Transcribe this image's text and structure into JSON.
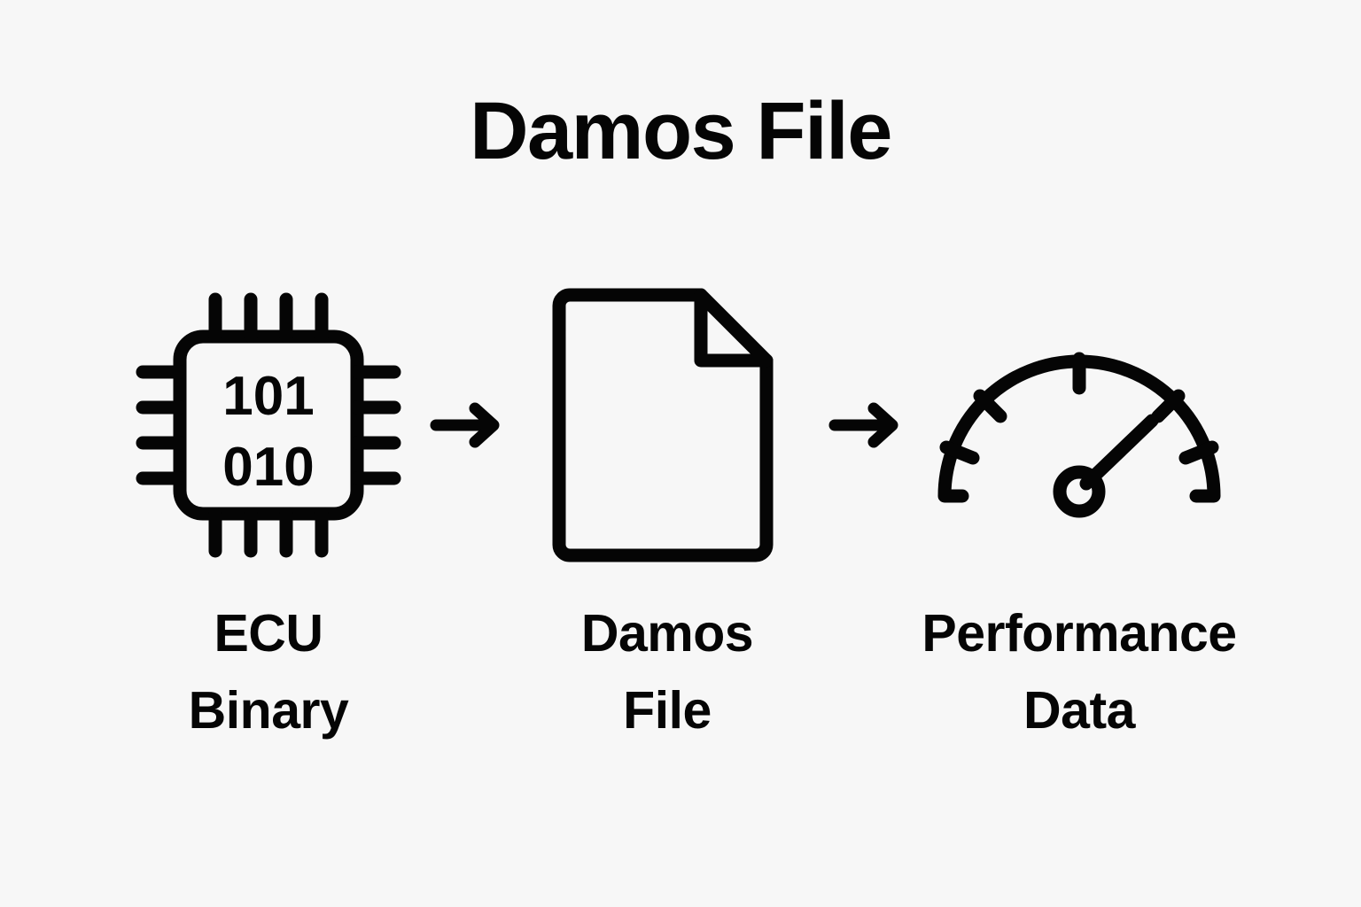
{
  "page": {
    "title": "Damos File",
    "background_color": "#f7f7f7",
    "ink_color": "#050505"
  },
  "diagram": {
    "type": "flow",
    "direction": "left-to-right",
    "stages": [
      {
        "id": "ecu-binary",
        "icon": "microchip-icon",
        "icon_text_line1": "101",
        "icon_text_line2": "010",
        "label_line1": "ECU",
        "label_line2": "Binary"
      },
      {
        "id": "damos-file",
        "icon": "document-file-icon",
        "label_line1": "Damos",
        "label_line2": "File"
      },
      {
        "id": "performance-data",
        "icon": "gauge-speedometer-icon",
        "label_line1": "Performance",
        "label_line2": "Data"
      }
    ],
    "connectors": [
      {
        "id": "arrow-1",
        "icon": "arrow-right-icon"
      },
      {
        "id": "arrow-2",
        "icon": "arrow-right-icon"
      }
    ]
  }
}
